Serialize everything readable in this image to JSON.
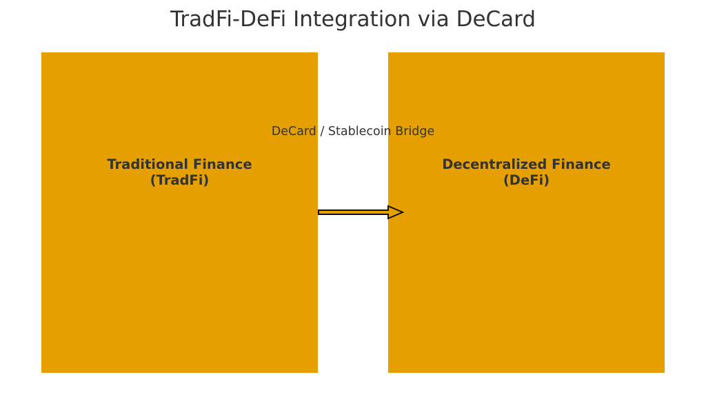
{
  "title": "TradFi-DeFi Integration via DeCard",
  "left_box": {
    "line1": "Traditional Finance",
    "line2": "(TradFi)"
  },
  "right_box": {
    "line1": "Decentralized Finance",
    "line2": "(DeFi)"
  },
  "bridge_label": "DeCard / Stablecoin Bridge",
  "colors": {
    "box": "#E5A000",
    "text": "#333333"
  }
}
